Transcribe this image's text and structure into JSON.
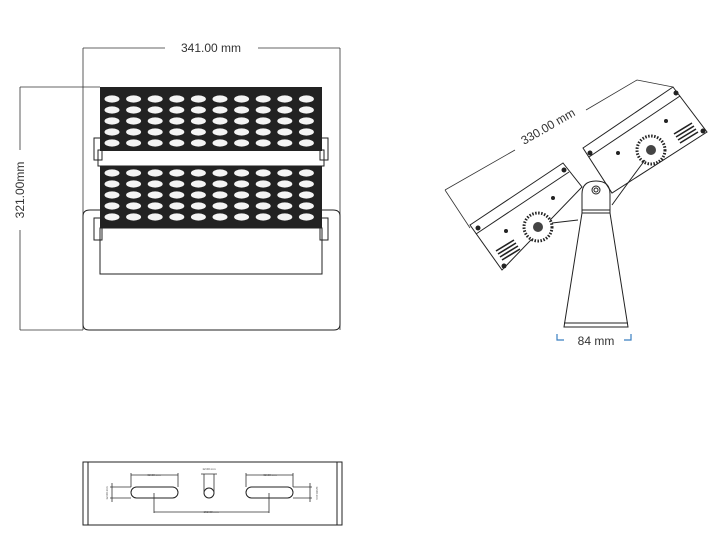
{
  "front_view": {
    "width_label": "341.00 mm",
    "height_label": "321.00mm",
    "led_columns": 10,
    "led_rows_per_panel": 5
  },
  "side_view": {
    "length_label": "330.00 mm",
    "base_label": "84 mm",
    "accent_color": "#3a7fc1"
  },
  "bottom_view": {
    "slot_width_left_label": "62.00 mm",
    "hole_width_label": "12.00 mm",
    "slot_width_right_label": "62.00 mm",
    "slot_height_left_label": "12.00 mm",
    "slot_height_right_label": "12.00 mm",
    "slot_spacing_label": "152.00 mm"
  }
}
